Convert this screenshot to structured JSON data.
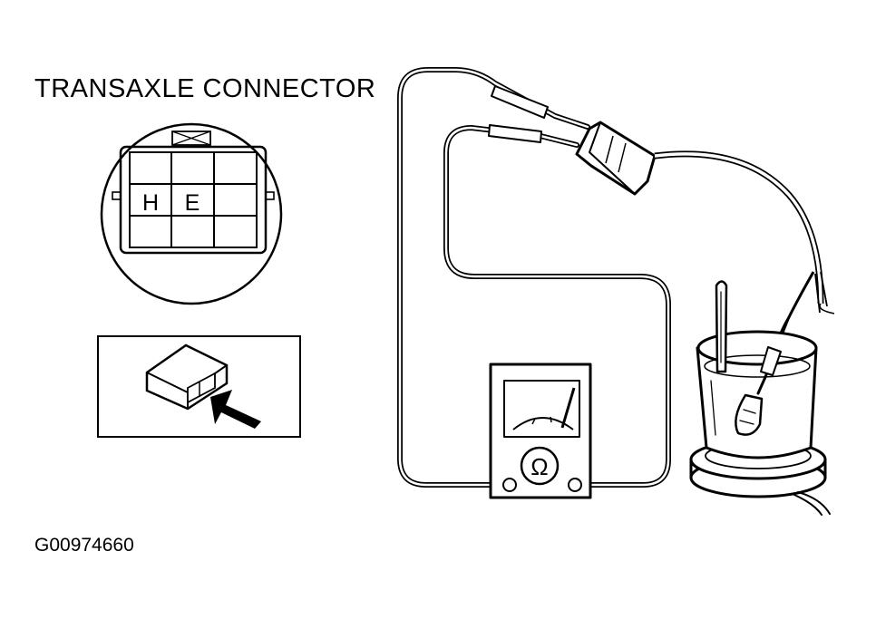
{
  "title": "TRANSAXLE CONNECTOR",
  "figure_id": "G00974660",
  "connector": {
    "terminal_h": "H",
    "terminal_e": "E"
  },
  "meter": {
    "symbol": "Ω"
  }
}
